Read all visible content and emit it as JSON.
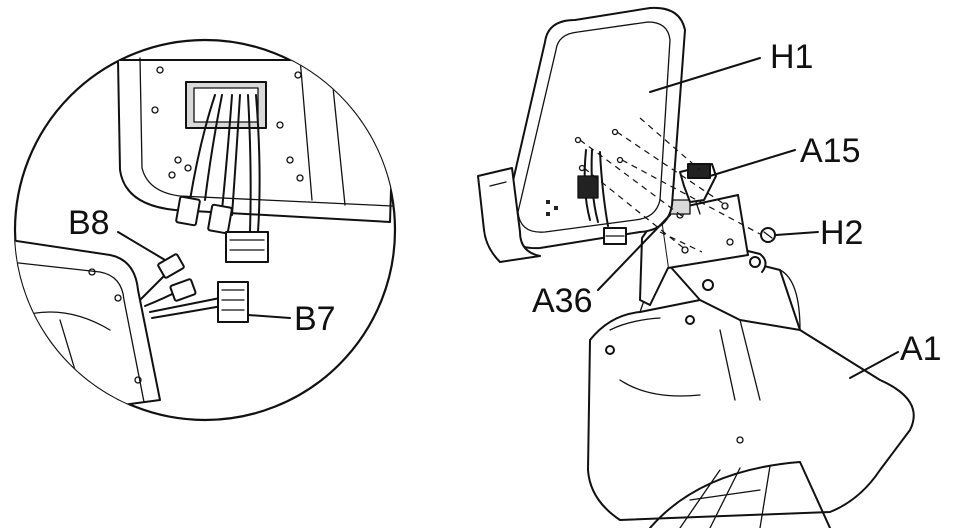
{
  "labels": {
    "b8": "B8",
    "b7": "B7",
    "h1": "H1",
    "a15": "A15",
    "h2": "H2",
    "a36": "A36",
    "a1": "A1"
  }
}
